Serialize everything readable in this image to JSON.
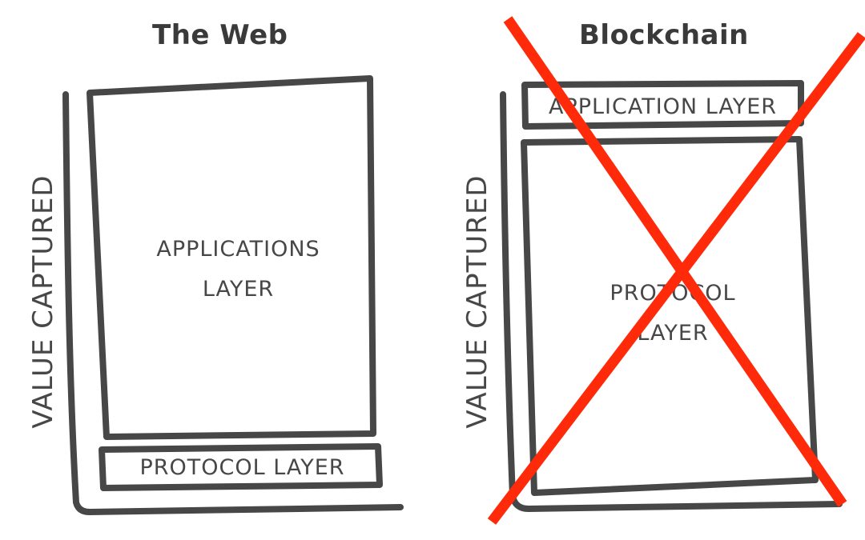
{
  "panels": {
    "web": {
      "title": "The Web",
      "axis_label": "VALUE CAPTURED",
      "large_block": [
        "APPLICATIONS",
        "LAYER"
      ],
      "small_block": "PROTOCOL LAYER"
    },
    "blockchain": {
      "title": "Blockchain",
      "axis_label": "VALUE CAPTURED",
      "small_block": "APPLICATION LAYER",
      "large_block": [
        "PROTOCOL",
        "LAYER"
      ],
      "crossed_out": true
    }
  },
  "colors": {
    "ink": "#474747",
    "title": "#3a3a3a",
    "cross": "#ff2a0a",
    "background": "#ffffff"
  }
}
